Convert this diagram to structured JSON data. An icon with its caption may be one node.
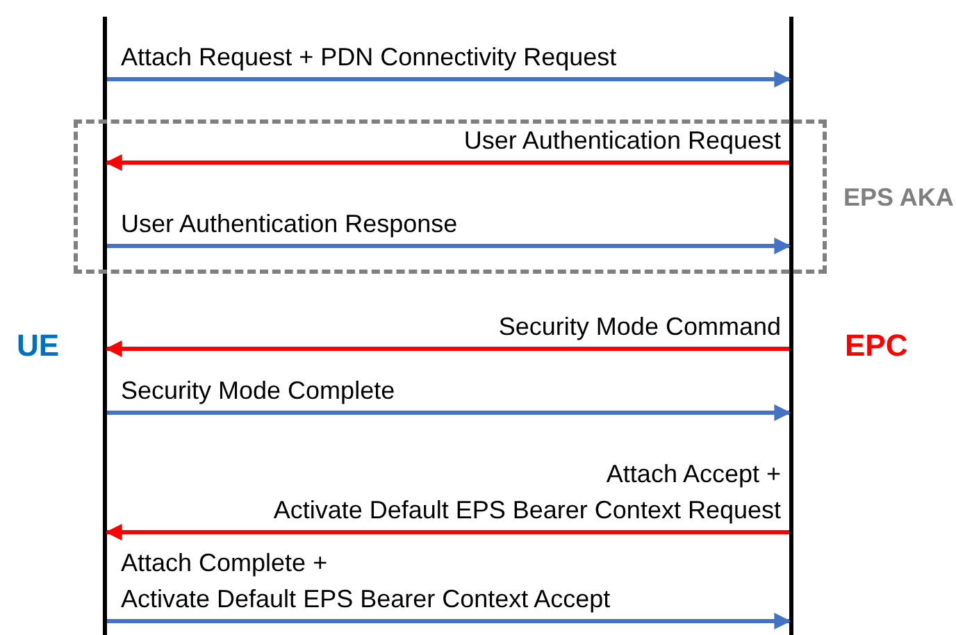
{
  "diagram": {
    "nodes": [
      {
        "text": [],
        "shape": "bar",
        "beside": [
          "UE"
        ]
      },
      {
        "text": [],
        "shape": "bar",
        "beside": [
          "EPC"
        ]
      }
    ],
    "labels": [
      "EPS AKA"
    ],
    "edges": [
      {
        "from": 0,
        "to": 1,
        "arrow": "to",
        "label": "Attach Request + PDN Connectivity Request"
      },
      {
        "from": 1,
        "to": 0,
        "arrow": "to",
        "label": "User Authentication Request",
        "color": "#ff0000"
      },
      {
        "from": 0,
        "to": 1,
        "arrow": "to",
        "label": "User Authentication Response"
      },
      {
        "from": 1,
        "to": 0,
        "arrow": "to",
        "label": "Security Mode Command",
        "color": "#ff0000"
      },
      {
        "from": 0,
        "to": 1,
        "arrow": "to",
        "label": "Security Mode Complete"
      },
      {
        "from": 1,
        "to": 0,
        "arrow": "to",
        "label": "Attach Accept + Activate Default EPS Bearer Context Request",
        "color": "#ff0000"
      },
      {
        "from": 0,
        "to": 1,
        "arrow": "to",
        "label": "Attach Complete + Activate Default EPS Bearer Context Accept"
      }
    ]
  }
}
